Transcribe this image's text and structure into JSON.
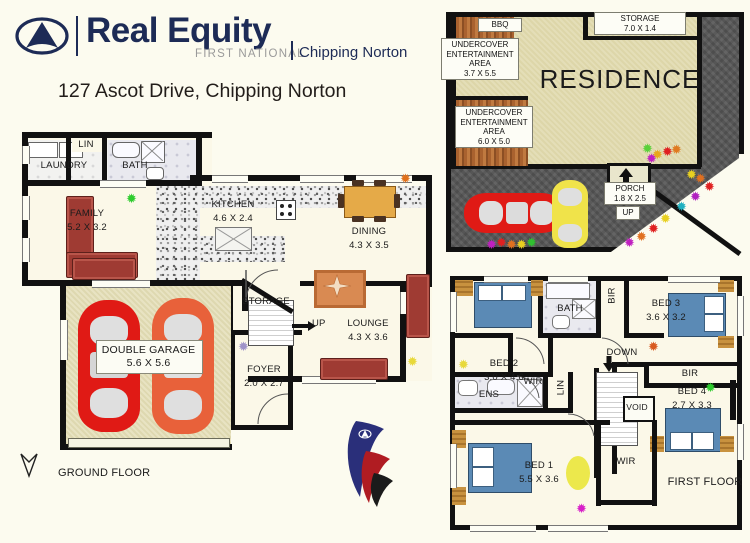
{
  "brand": {
    "name": "Real Equity",
    "tagline": "FIRST NATIONAL",
    "office": "Chipping Norton",
    "logo_icon": "eye-triangle-logo-icon",
    "flag_logo_icon": "first-national-flags-icon"
  },
  "address": "127 Ascot Drive, Chipping Norton",
  "site_plan": {
    "title": "RESIDENCE",
    "labels": [
      {
        "name": "bbq",
        "text": "BBQ"
      },
      {
        "name": "storage",
        "text": "STORAGE\n7.0 X 1.4",
        "line1": "STORAGE",
        "line2": "7.0 X 1.4"
      },
      {
        "name": "undercover-entertainment-area-1",
        "line1": "UNDERCOVER",
        "line2": "ENTERTAINMENT",
        "line3": "AREA",
        "line4": "3.7 X 5.5"
      },
      {
        "name": "undercover-entertainment-area-2",
        "line1": "UNDERCOVER",
        "line2": "ENTERTAINMENT",
        "line3": "AREA",
        "line4": "6.0 X 5.0"
      },
      {
        "name": "porch",
        "line1": "PORCH",
        "line2": "1.8 X 2.5"
      },
      {
        "name": "up-arrow",
        "text": "UP"
      }
    ]
  },
  "ground_floor": {
    "caption": "GROUND FLOOR",
    "compass_icon": "north-arrow-icon",
    "rooms": [
      {
        "name": "laundry",
        "label": "LAUNDRY",
        "dims": ""
      },
      {
        "name": "lin",
        "label": "LIN",
        "dims": ""
      },
      {
        "name": "bath",
        "label": "BATH",
        "dims": ""
      },
      {
        "name": "family",
        "label": "FAMILY",
        "dims": "5.2 X 3.2"
      },
      {
        "name": "kitchen",
        "label": "KITCHEN",
        "dims": "4.6 X 2.4"
      },
      {
        "name": "dining",
        "label": "DINING",
        "dims": "4.3 X 3.5"
      },
      {
        "name": "storage",
        "label": "STORAGE",
        "dims": ""
      },
      {
        "name": "lounge",
        "label": "LOUNGE",
        "dims": "4.3 X 3.6"
      },
      {
        "name": "foyer",
        "label": "FOYER",
        "dims": "2.0 X 2.7"
      },
      {
        "name": "double-garage",
        "label": "DOUBLE GARAGE",
        "dims": "5.6 X 5.6"
      },
      {
        "name": "up-stairs",
        "label": "UP",
        "dims": ""
      }
    ]
  },
  "first_floor": {
    "caption": "FIRST FLOOR",
    "rooms": [
      {
        "name": "bed-2",
        "label": "BED 2",
        "dims": "3.0 X 4.6"
      },
      {
        "name": "bath",
        "label": "BATH",
        "dims": ""
      },
      {
        "name": "bir-1",
        "label": "BIR",
        "dims": ""
      },
      {
        "name": "bed-3",
        "label": "BED 3",
        "dims": "3.6 X 3.2"
      },
      {
        "name": "bir-2",
        "label": "BIR",
        "dims": ""
      },
      {
        "name": "bed-4",
        "label": "BED 4",
        "dims": "2.7 X 3.3"
      },
      {
        "name": "wir-1",
        "label": "WIR",
        "dims": ""
      },
      {
        "name": "wir-2",
        "label": "WIR",
        "dims": ""
      },
      {
        "name": "ens",
        "label": "ENS",
        "dims": ""
      },
      {
        "name": "lin",
        "label": "LIN",
        "dims": ""
      },
      {
        "name": "void",
        "label": "VOID",
        "dims": ""
      },
      {
        "name": "down-stairs",
        "label": "DOWN",
        "dims": ""
      },
      {
        "name": "bed-1",
        "label": "BED 1",
        "dims": "5.5 X 3.6"
      }
    ]
  },
  "colors": {
    "brand_navy": "#1d2b56",
    "background": "#fcfbef",
    "room_fill": "#fbf8e8",
    "wall": "#111111",
    "residence_fill": "#ddd6a9",
    "driveway": "#949494",
    "bed_blue": "#5b8ab5",
    "sofa_red": "#9f3b33"
  }
}
